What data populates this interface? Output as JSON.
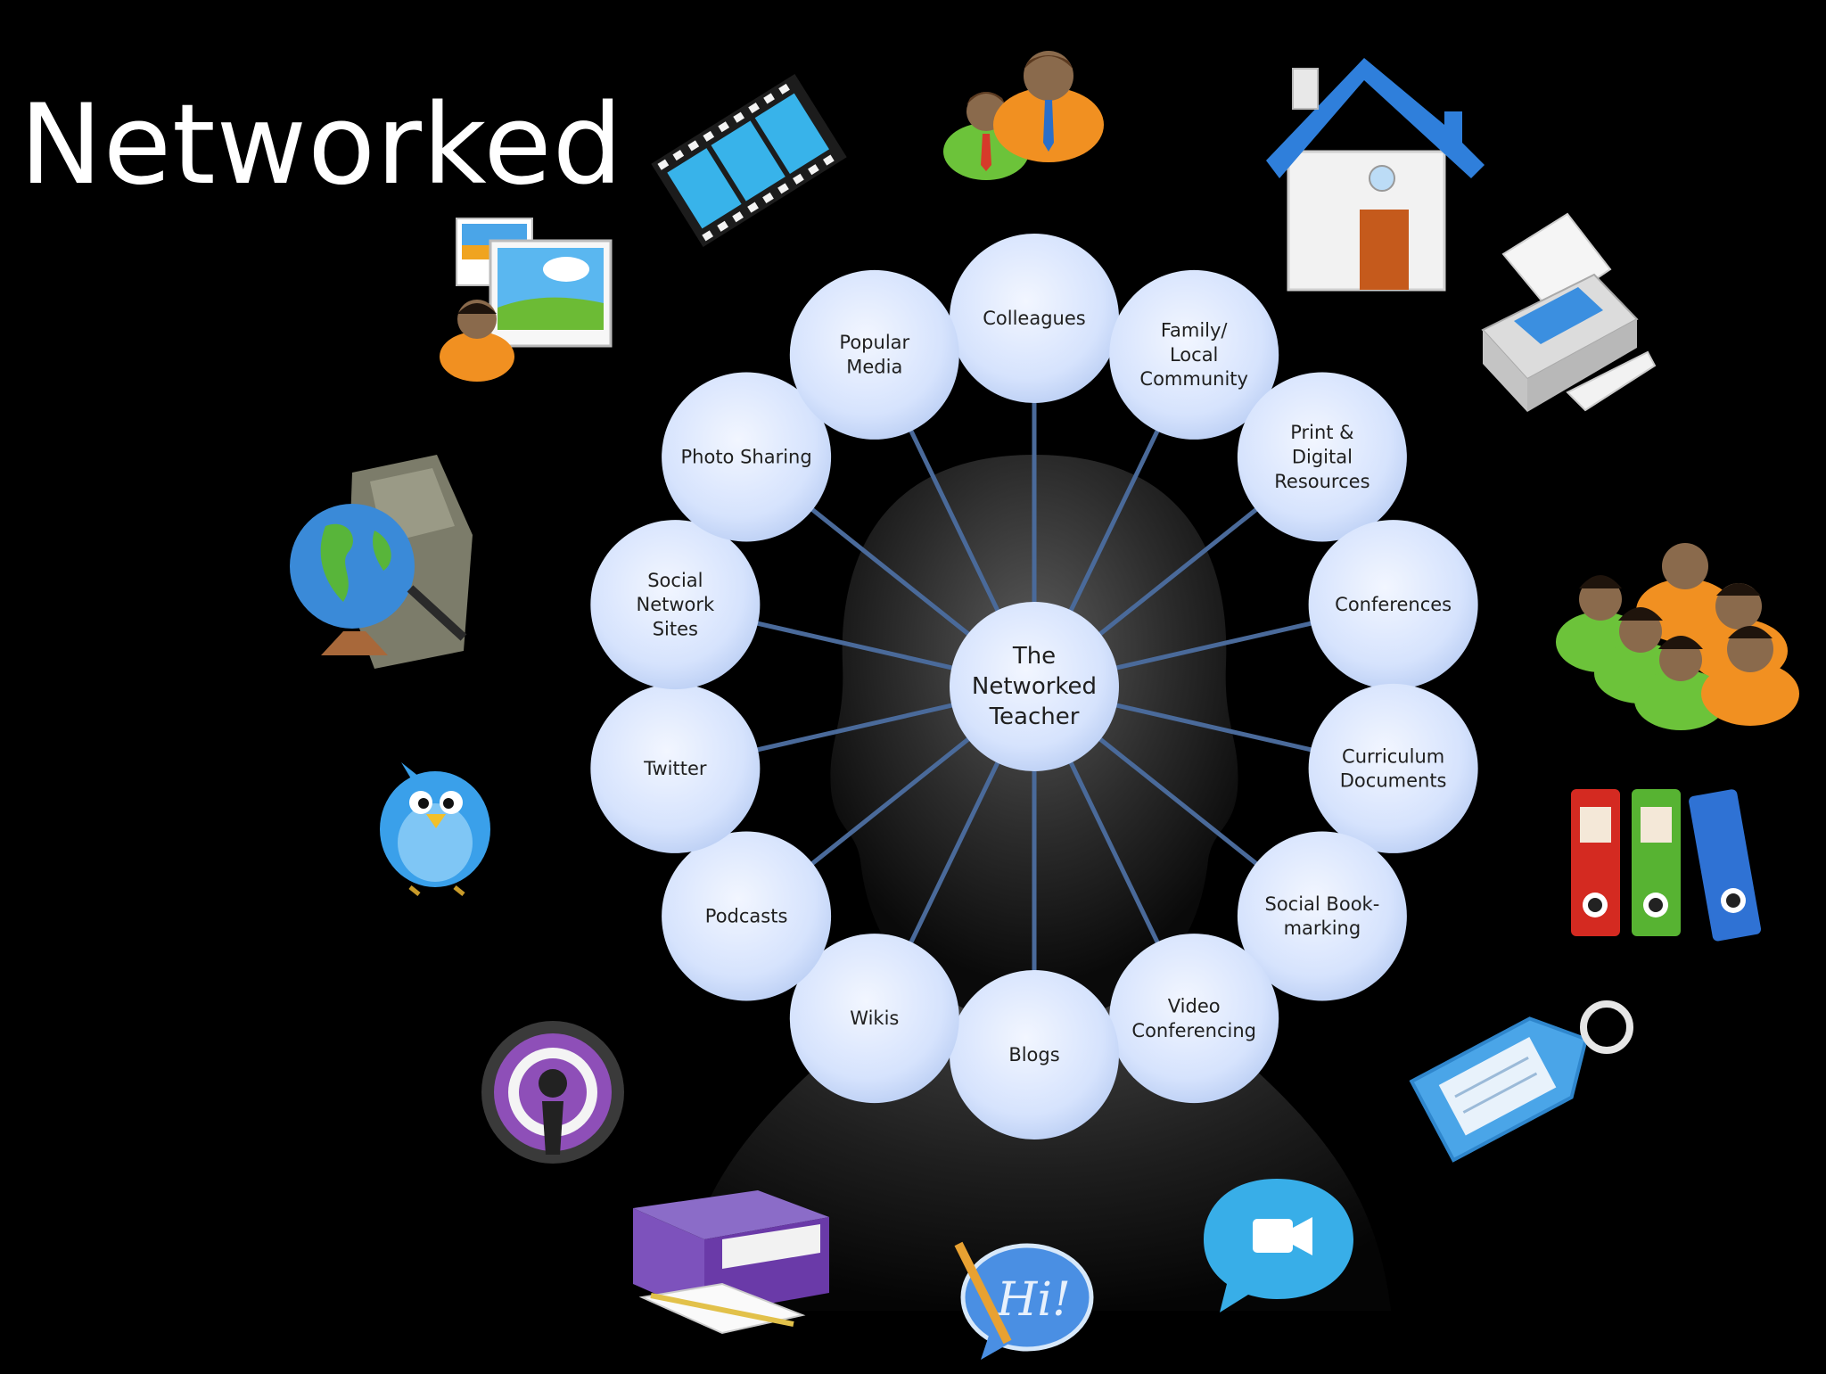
{
  "title": "Networked",
  "center": {
    "label": [
      "The",
      "Networked",
      "Teacher"
    ]
  },
  "nodes": [
    {
      "id": "colleagues",
      "label": [
        "Colleagues"
      ],
      "icon": "two-people-icon"
    },
    {
      "id": "family-local-community",
      "label": [
        "Family/",
        "Local",
        "Community"
      ],
      "icon": "house-icon"
    },
    {
      "id": "print-digital-resources",
      "label": [
        "Print &",
        "Digital",
        "Resources"
      ],
      "icon": "printer-icon"
    },
    {
      "id": "conferences",
      "label": [
        "Conferences"
      ],
      "icon": "crowd-icon"
    },
    {
      "id": "curriculum-documents",
      "label": [
        "Curriculum",
        "Documents"
      ],
      "icon": "binders-icon"
    },
    {
      "id": "social-bookmarking",
      "label": [
        "Social Book-",
        "marking"
      ],
      "icon": "tag-icon"
    },
    {
      "id": "video-conferencing",
      "label": [
        "Video",
        "Conferencing"
      ],
      "icon": "video-chat-icon"
    },
    {
      "id": "blogs",
      "label": [
        "Blogs"
      ],
      "icon": "hi-speech-bubble-icon"
    },
    {
      "id": "wikis",
      "label": [
        "Wikis"
      ],
      "icon": "box-and-notepad-icon"
    },
    {
      "id": "podcasts",
      "label": [
        "Podcasts"
      ],
      "icon": "podcast-icon"
    },
    {
      "id": "twitter",
      "label": [
        "Twitter"
      ],
      "icon": "bird-icon"
    },
    {
      "id": "social-network-sites",
      "label": [
        "Social",
        "Network",
        "Sites"
      ],
      "icon": "globe-and-bag-icon"
    },
    {
      "id": "photo-sharing",
      "label": [
        "Photo Sharing"
      ],
      "icon": "photo-person-icon"
    },
    {
      "id": "popular-media",
      "label": [
        "Popular",
        "Media"
      ],
      "icon": "film-strip-icon"
    }
  ],
  "colors": {
    "background": "#000000",
    "node_fill": "#dbe7ff",
    "spoke": "#4a6a9a",
    "title": "#ffffff"
  }
}
